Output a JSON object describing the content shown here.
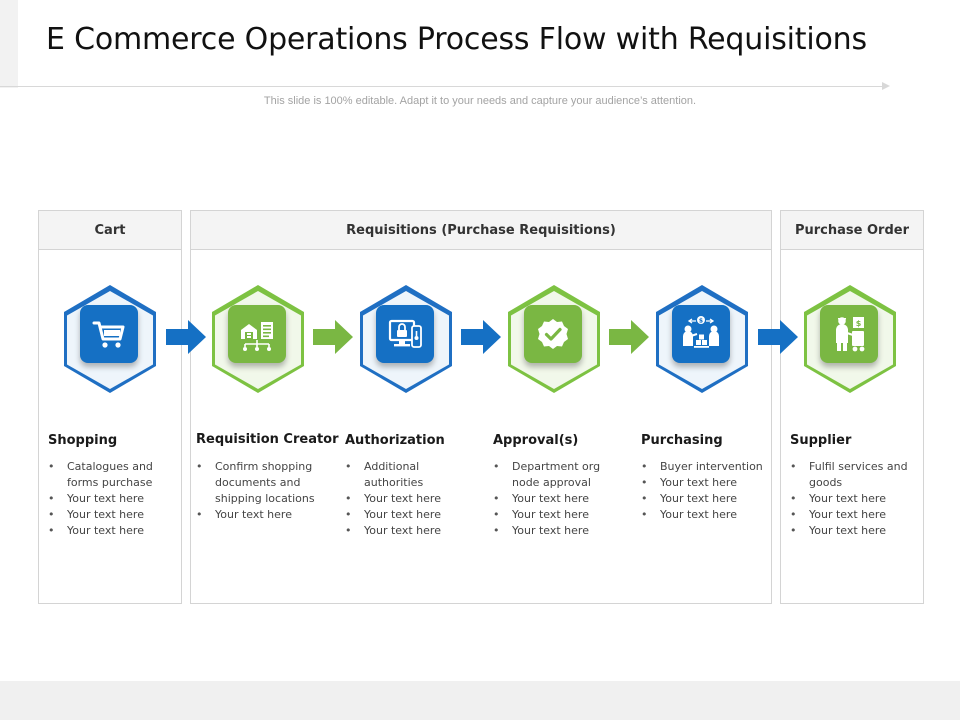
{
  "title": "E Commerce Operations Process Flow with Requisitions",
  "subtitle": "This slide is 100% editable. Adapt it to your needs and capture your audience’s attention.",
  "sections": {
    "cart": "Cart",
    "requisitions": "Requisitions (Purchase Requisitions)",
    "purchase_order": "Purchase Order"
  },
  "colors": {
    "blue": "#1570c4",
    "green": "#7ab743"
  },
  "steps": [
    {
      "title": "Shopping",
      "color": "blue",
      "icon": "shopping-cart-icon",
      "bullets": [
        "Catalogues and forms purchase",
        "Your text here",
        "Your text here",
        "Your text here"
      ]
    },
    {
      "title": "Requisition Creator",
      "color": "green",
      "icon": "warehouse-document-icon",
      "bullets": [
        "Confirm shopping documents and shipping locations",
        "Your text here"
      ]
    },
    {
      "title": "Authorization",
      "color": "blue",
      "icon": "computer-lock-icon",
      "bullets": [
        "Additional authorities",
        "Your text here",
        "Your text here",
        "Your text here"
      ]
    },
    {
      "title": "Approval(s)",
      "color": "green",
      "icon": "check-badge-icon",
      "bullets": [
        "Department org node approval",
        "Your text here",
        "Your text here",
        "Your text here"
      ]
    },
    {
      "title": "Purchasing",
      "color": "blue",
      "icon": "buyer-seller-exchange-icon",
      "bullets": [
        "Buyer intervention",
        "Your text here",
        "Your text here",
        "Your text here"
      ]
    },
    {
      "title": "Supplier",
      "color": "green",
      "icon": "delivery-person-icon",
      "bullets": [
        "Fulfil services and goods",
        "Your text here",
        "Your text here",
        "Your text here"
      ]
    }
  ]
}
